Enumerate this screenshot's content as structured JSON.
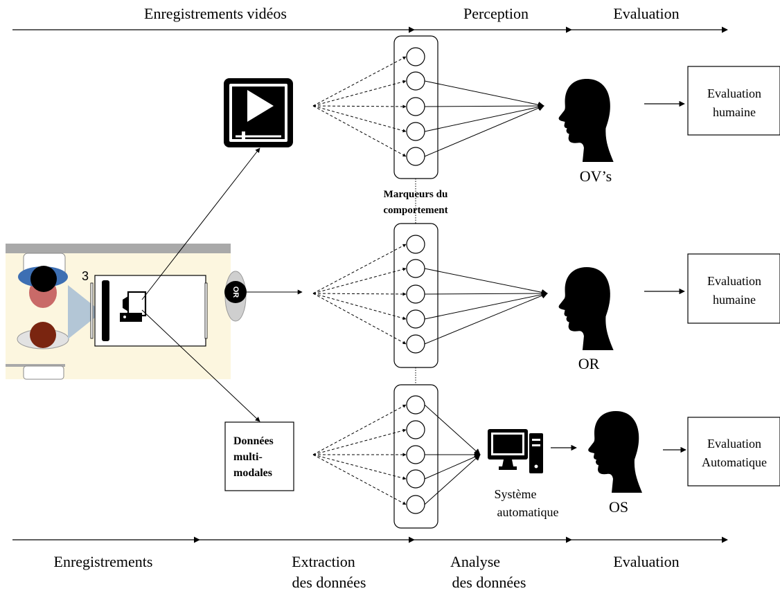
{
  "top_axis": {
    "video_recordings": "Enregistrements vidéos",
    "perception": "Perception",
    "evaluation": "Evaluation"
  },
  "bottom_axis": {
    "recordings": "Enregistrements",
    "extraction_line1": "Extraction",
    "extraction_line2": "des données",
    "analysis_line1": "Analyse",
    "analysis_line2": "des données",
    "evaluation": "Evaluation"
  },
  "markers_label": {
    "line1": "Marqueurs du",
    "line2": "comportement"
  },
  "observers": {
    "ovs": "OV’s",
    "or": "OR",
    "os": "OS"
  },
  "eval_boxes": {
    "human1": {
      "line1": "Evaluation",
      "line2": "humaine"
    },
    "human2": {
      "line1": "Evaluation",
      "line2": "humaine"
    },
    "auto": {
      "line1": "Evaluation",
      "line2": "Automatique"
    }
  },
  "multimodal": {
    "line1": "Données",
    "line2": "multi-",
    "line3": "modales"
  },
  "system": {
    "line1": "Système",
    "line2": "automatique"
  },
  "scene": {
    "seat_number": "3",
    "or_badge": "OR"
  },
  "icons": {
    "video": "video-player-icon",
    "head": "human-head-silhouette-icon",
    "computer": "desktop-computer-icon",
    "camera": "video-camera-icon"
  },
  "colors": {
    "scene_bg": "#fcf6df",
    "scene_wall": "#a9a9a9",
    "triangle": "#b3c6d6",
    "head_blue": "#3d6fb3",
    "torso_red": "#c96a68",
    "head_brown": "#7a2510"
  }
}
